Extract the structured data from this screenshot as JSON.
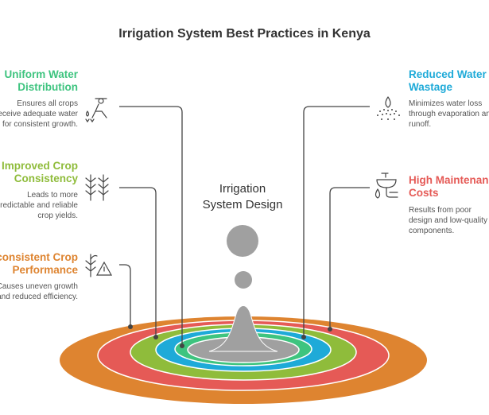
{
  "title": "Irrigation System Best Practices in Kenya",
  "center_label": [
    "Irrigation",
    "System Design"
  ],
  "colors": {
    "orange": "#de8430",
    "red": "#e55a56",
    "lightgreen": "#8fbc3b",
    "blue": "#1eaad8",
    "green": "#3ec47f",
    "gray": "#a0a0a0"
  },
  "left_items": [
    {
      "title": [
        "Uniform Water",
        "Distribution"
      ],
      "desc": [
        "Ensures all crops",
        "receive adequate water",
        "for consistent growth."
      ],
      "color": "#3ec47f",
      "icon": "farmer-watering-icon"
    },
    {
      "title": [
        "Improved Crop",
        "Consistency"
      ],
      "desc": [
        "Leads to more",
        "predictable and reliable",
        "crop yields."
      ],
      "color": "#8fbc3b",
      "icon": "wheat-icon"
    },
    {
      "title": [
        "Inconsistent Crop",
        "Performance"
      ],
      "desc": [
        "Causes uneven growth",
        "and reduced efficiency."
      ],
      "color": "#de8430",
      "icon": "crop-warning-icon"
    }
  ],
  "right_items": [
    {
      "title": [
        "Reduced Water",
        "Wastage"
      ],
      "desc": [
        "Minimizes water loss",
        "through evaporation and",
        "runoff."
      ],
      "color": "#1eaad8",
      "icon": "water-drop-spray-icon"
    },
    {
      "title": [
        "High Maintenance",
        "Costs"
      ],
      "desc": [
        "Results from poor",
        "design and low-quality",
        "components."
      ],
      "color": "#e55a56",
      "icon": "sink-pipe-icon"
    }
  ]
}
